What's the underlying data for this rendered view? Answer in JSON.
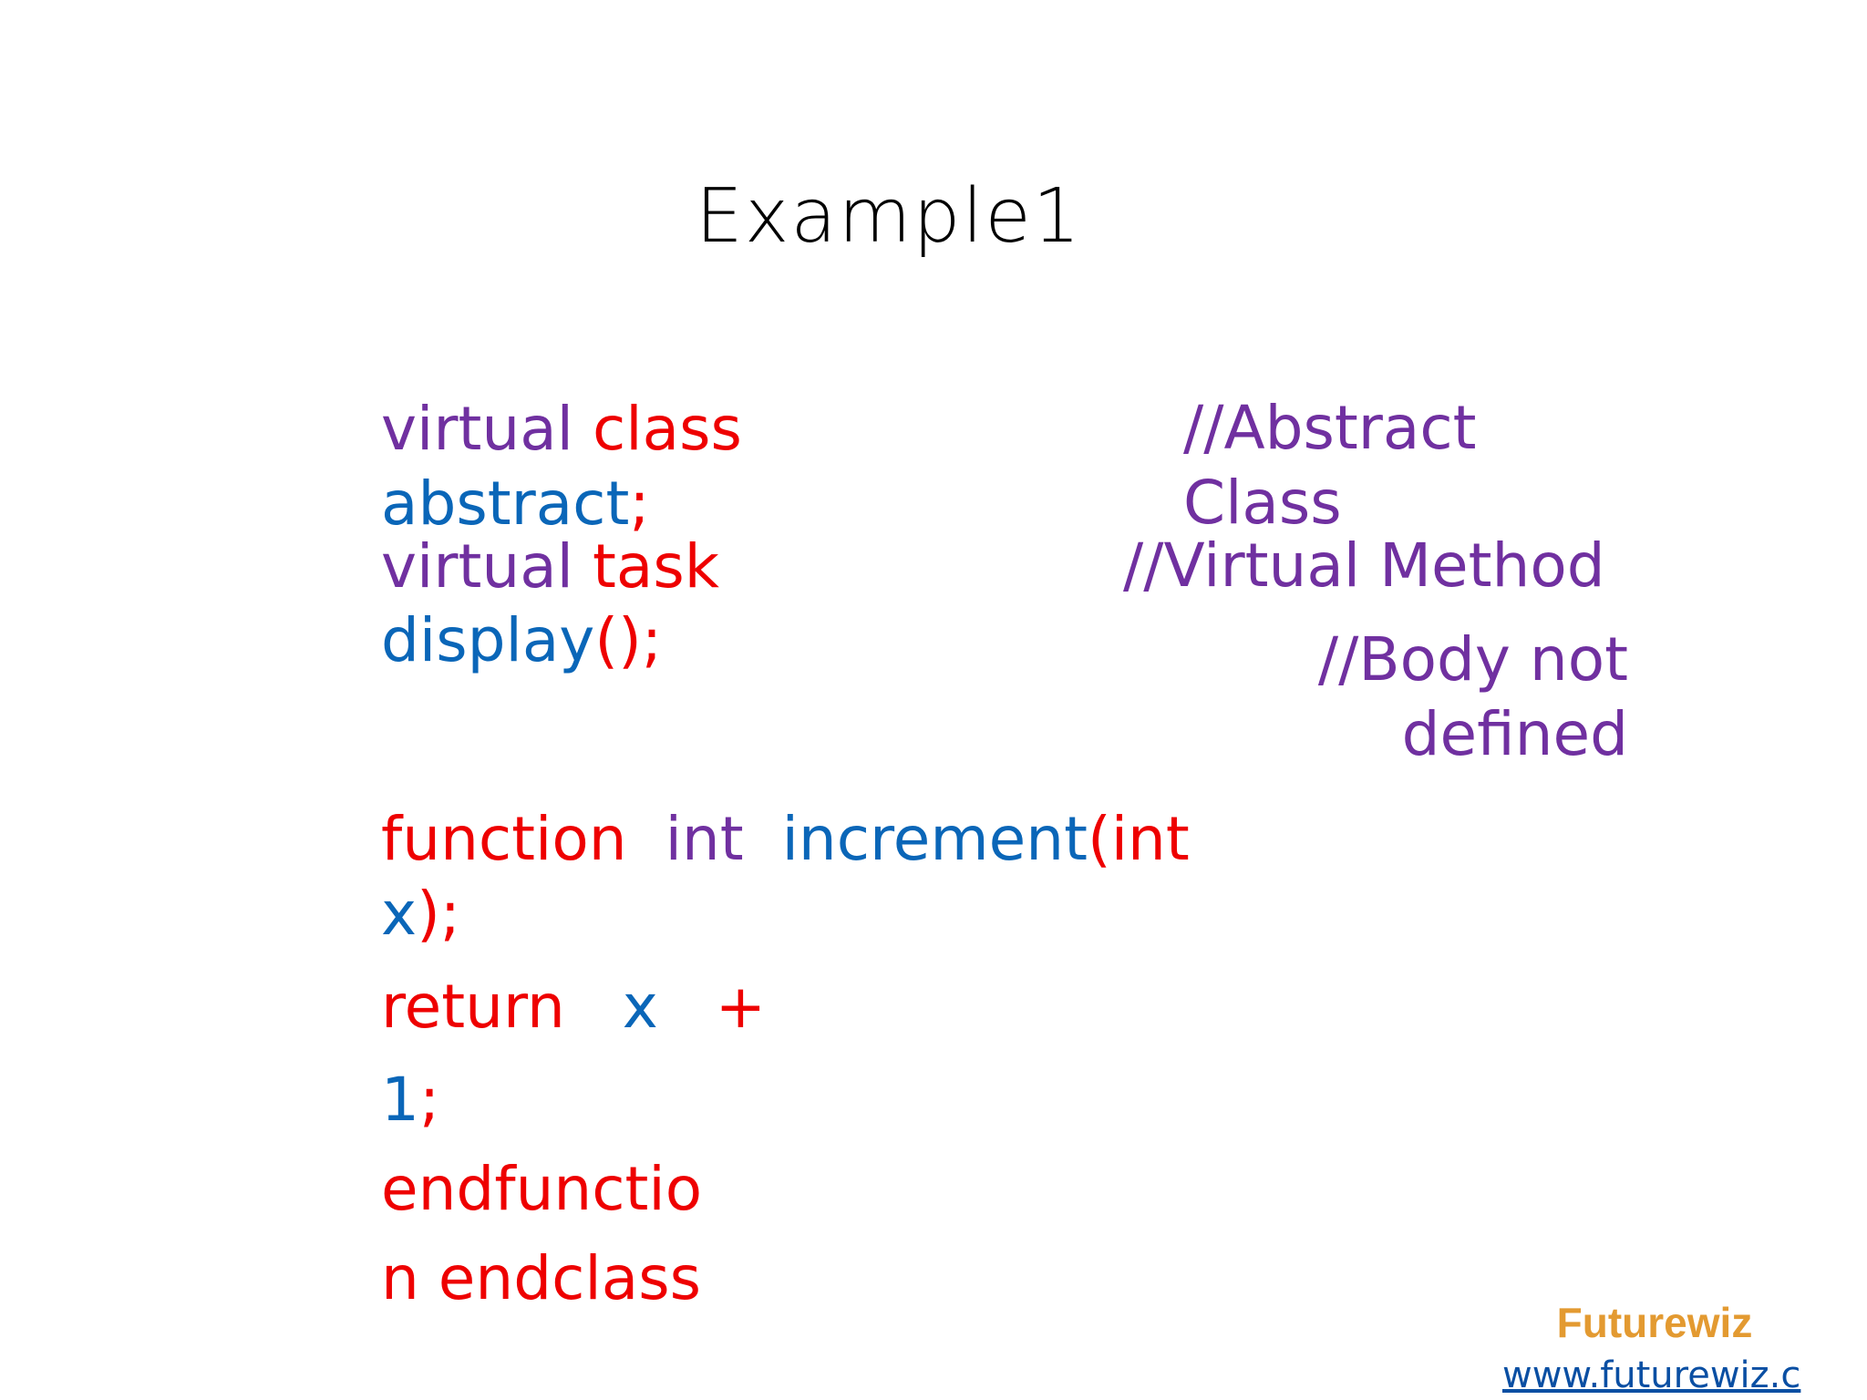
{
  "title": "Example1",
  "code": {
    "line1": {
      "kw1": "virtual",
      "kw2": "class"
    },
    "line2": {
      "name": "abstract",
      "semi": ";"
    },
    "line3": {
      "kw1": "virtual",
      "kw2": "task"
    },
    "line4": {
      "name": "display",
      "parens": "();"
    },
    "line5": {
      "kw": "function",
      "type": "int",
      "name": "increment",
      "open": "(int"
    },
    "line6": {
      "var": "x",
      "close": ");"
    },
    "line7": {
      "kw": "return",
      "var": "x",
      "op": "+"
    },
    "line8": {
      "num": "1",
      "semi": ";"
    },
    "line9": {
      "text": "endfunctio"
    },
    "line10": {
      "text": "n endclass"
    }
  },
  "comments": {
    "abstract_line1": "//Abstract",
    "abstract_line2": "Class",
    "virtual_method": "//Virtual Method",
    "body_line1": "//Body not",
    "body_line2": "defined"
  },
  "footer": {
    "logo_text": "Futurewiz",
    "url": "www.futurewiz.co.in"
  },
  "colors": {
    "keyword_purple": "#7030a0",
    "keyword_red": "#ee0000",
    "identifier_blue": "#0a66b8",
    "logo_orange": "#e39a31"
  }
}
